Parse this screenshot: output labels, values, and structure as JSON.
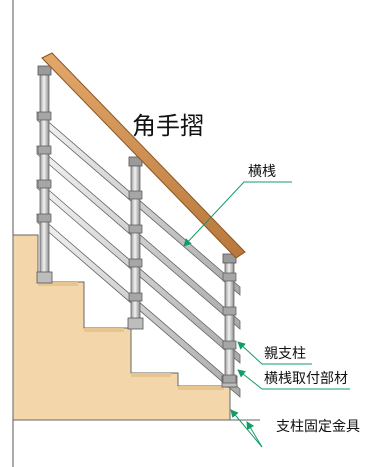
{
  "labels": {
    "title": "角手摺",
    "horizontal_rail": "横桟",
    "main_post": "親支柱",
    "rail_fitting": "横桟取付部材",
    "post_base": "支柱固定金具"
  },
  "colors": {
    "handrail_wood": "#cd8d50",
    "handrail_edge": "#8a5424",
    "stair_fill": "#f3d7ab",
    "stair_edge": "#666666",
    "metal": "#d6d6d6",
    "metal_edge": "#666666",
    "leader_line": "#139c66",
    "wall_line": "#555555"
  }
}
